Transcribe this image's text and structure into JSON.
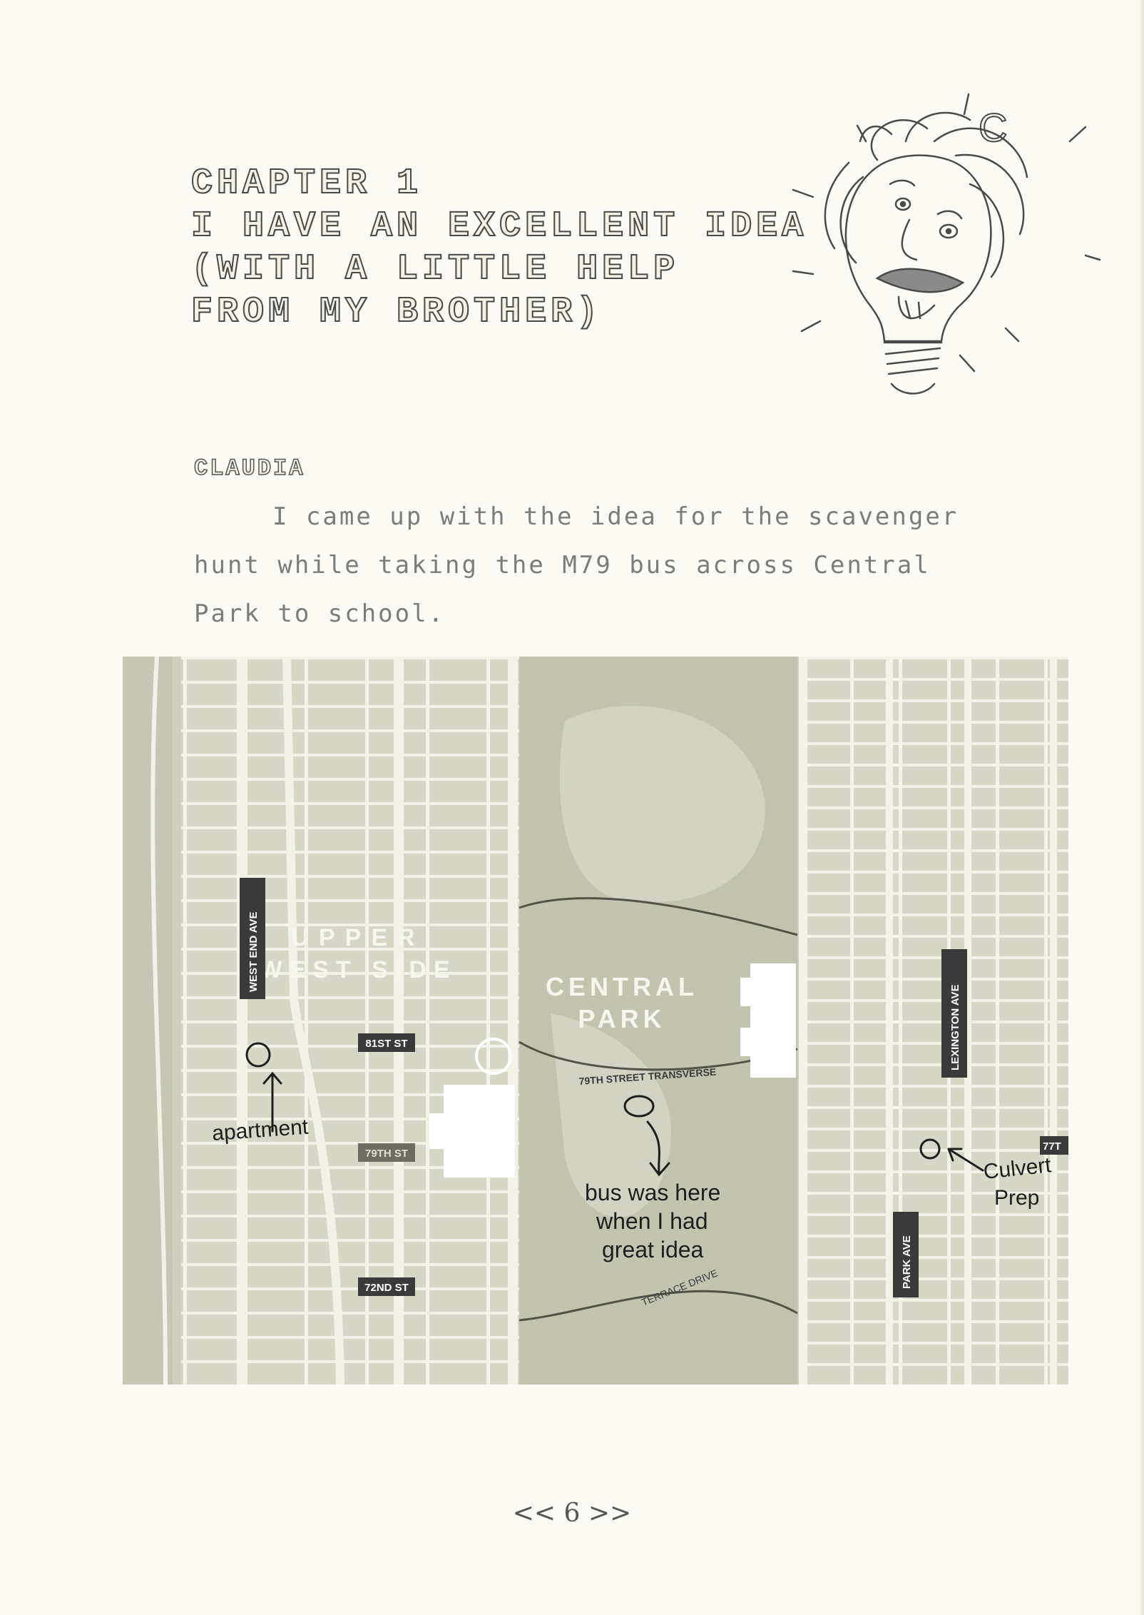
{
  "chapter": {
    "lines": [
      "CHAPTER 1",
      "I HAVE AN EXCELLENT IDEA",
      "(WITH A LITTLE HELP",
      "FROM MY BROTHER)"
    ]
  },
  "narrator": "CLAUDIA",
  "body_text": "I came up with the idea for the scavenger hunt while taking the M79 bus across Central Park to school.",
  "bulb_letter": "C",
  "map": {
    "areas": {
      "upper_west_side": [
        "UPPER",
        "WEST SIDE"
      ],
      "central_park": [
        "CENTRAL",
        "PARK"
      ]
    },
    "streets": {
      "west_end_ave": "WEST END AVE",
      "st_81": "81ST ST",
      "st_79_partial": "79TH ST",
      "st_72": "72ND ST",
      "transverse": "79TH STREET TRANSVERSE",
      "terrace_drive": "TERRACE DRIVE",
      "lexington_ave": "LEXINGTON AVE",
      "park_ave": "PARK AVE",
      "st_77_partial": "77T"
    },
    "annotations": {
      "apartment": "apartment",
      "bus_note": [
        "bus was here",
        "when I had",
        "great idea"
      ],
      "school": [
        "Culvert",
        "Prep"
      ]
    }
  },
  "page_number": "<< 6 >>",
  "colors": {
    "map_bg": "#d6d7c4",
    "park": "#c2c4ae",
    "street": "#f2f2e7",
    "label_bg": "#3a3a3a"
  }
}
